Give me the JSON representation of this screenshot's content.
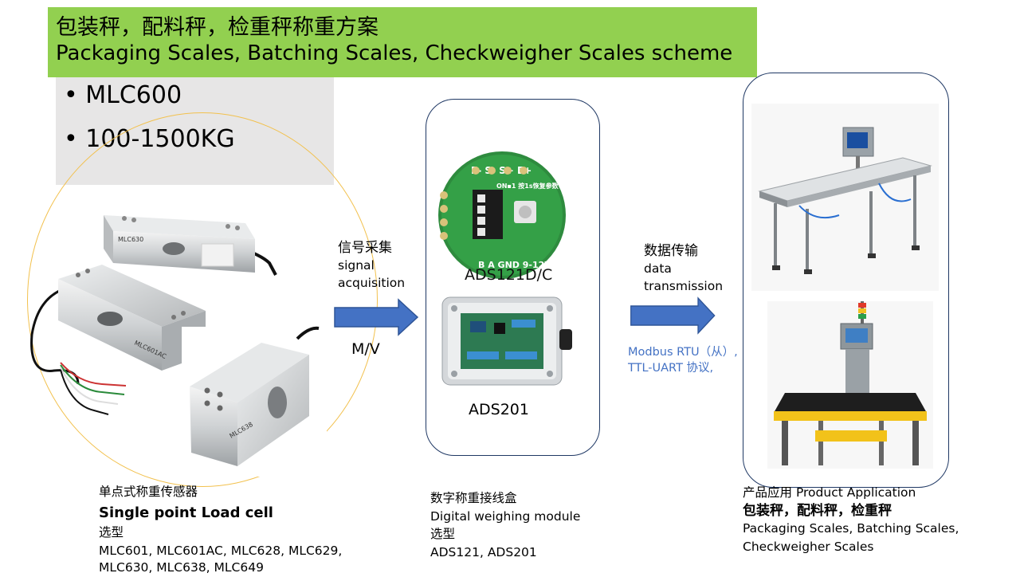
{
  "title": {
    "cn": "包装秤，配料秤，检重秤称重方案",
    "en": "Packaging Scales, Batching Scales, Checkweigher Scales scheme"
  },
  "spec": {
    "bullets": [
      "MLC600",
      "100-1500KG"
    ]
  },
  "signal": {
    "cn": "信号采集",
    "en_line1": "signal",
    "en_line2": "acquisition",
    "unit": "M/V"
  },
  "data_transmission": {
    "cn": "数据传输",
    "en_line1": "data",
    "en_line2": "transmission",
    "protocol_line1": "Modbus RTU（从）,",
    "protocol_line2": "TTL-UART 协议,"
  },
  "module_images": {
    "board_label": "ADS121D/C",
    "box_label": "ADS201"
  },
  "load_cell_images": {
    "cell1_marking": "MLC630",
    "cell2_marking": "MLC601AC",
    "cell3_marking": "MLC638"
  },
  "captions": {
    "load_cell": {
      "cn": "单点式称重传感器",
      "en": "Single point Load cell",
      "select": "选型",
      "models_line1": "MLC601, MLC601AC, MLC628, MLC629,",
      "models_line2": "MLC630, MLC638, MLC649"
    },
    "module": {
      "cn": "数字称重接线盒",
      "en": "Digital weighing module",
      "select": "选型",
      "models": "ADS121, ADS201"
    },
    "application": {
      "cn_prefix": "产品应用",
      "en_title": "Product Application",
      "cn_bold": "包装秤，配料秤，检重秤",
      "en_line1": "Packaging Scales, Batching Scales,",
      "en_line2": "Checkweigher Scales"
    }
  },
  "colors": {
    "title_bar": "#92d050",
    "spec_box": "#e7e6e6",
    "arrow": "#4472c4",
    "arrow_border": "#2f5597",
    "ellipse": "#f2c14e",
    "box_border": "#1f3864",
    "protocol_text": "#4472c4"
  }
}
